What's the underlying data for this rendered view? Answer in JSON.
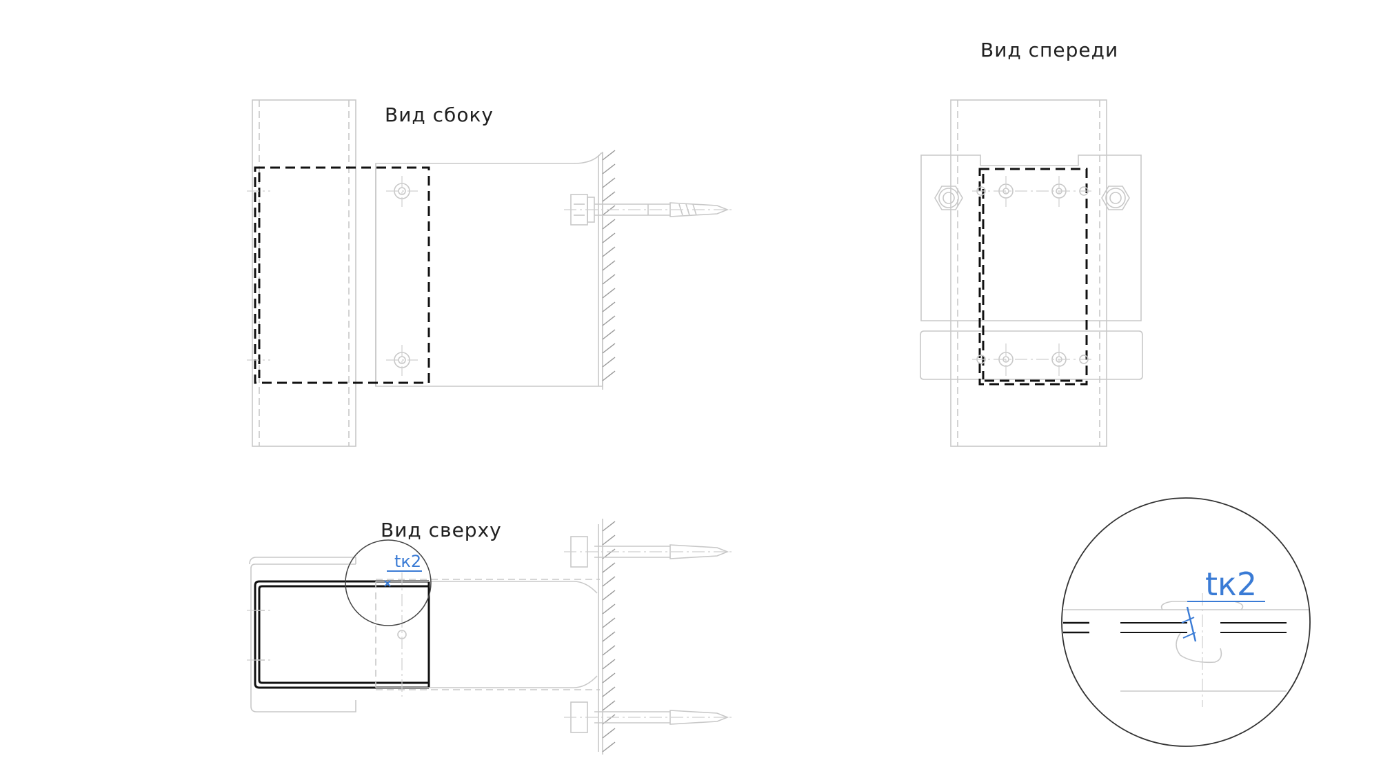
{
  "views": {
    "side_title": "Вид сбоку",
    "front_title": "Вид спереди",
    "top_title": "Вид сверху"
  },
  "callouts": {
    "weld_tag_small": "tк2",
    "weld_tag_detail": "tк2"
  },
  "colors": {
    "annotation": "#3a7bd5",
    "thin_lines": "#c8c8c8",
    "bold_lines": "#111111"
  }
}
